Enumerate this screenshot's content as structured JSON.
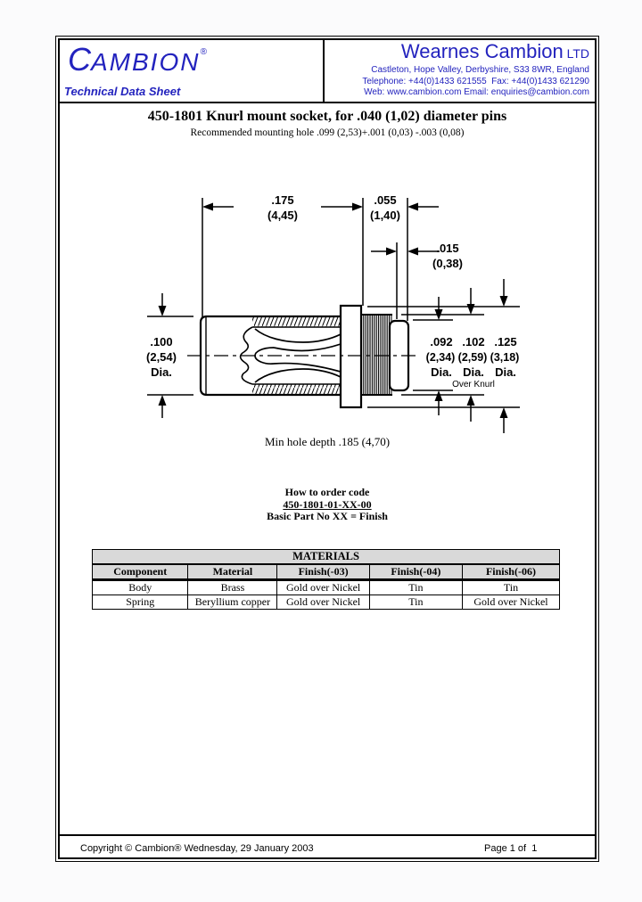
{
  "header": {
    "logo_c": "C",
    "logo_rest": "AMBION",
    "logo_reg": "®",
    "tagline": "Technical Data Sheet",
    "company_name": "Wearnes Cambion",
    "company_suffix": " LTD",
    "address_line": "Castleton, Hope Valley, Derbyshire, S33 8WR, England",
    "phone_line": "Telephone: +44(0)1433 621555  Fax: +44(0)1433 621290",
    "web_line": "Web: www.cambion.com Email: enquiries@cambion.com"
  },
  "title_block": {
    "title": "450-1801 Knurl mount socket, for .040 (1,02) diameter pins",
    "subtitle": "Recommended mounting hole .099 (2,53)+.001 (0,03) -.003 (0,08)"
  },
  "drawing": {
    "dim_length": ".175",
    "dim_length_mm": "(4,45)",
    "dim_shoulder": ".055",
    "dim_shoulder_mm": "(1,40)",
    "dim_tip": ".015",
    "dim_tip_mm": "(0,38)",
    "dim_body_dia": ".100",
    "dim_body_dia_mm": "(2,54)",
    "dim_body_dia_label": "Dia.",
    "dia_1": ".092",
    "dia_1_mm": "(2,34)",
    "dia_1_label": "Dia.",
    "dia_2": ".102",
    "dia_2_mm": "(2,59)",
    "dia_2_label": "Dia.",
    "dia_3": ".125",
    "dia_3_mm": "(3,18)",
    "dia_3_label": "Dia.",
    "over_knurl": "Over Knurl"
  },
  "notes": {
    "min_hole": "Min hole depth .185 (4,70)"
  },
  "order": {
    "heading": "How to order code",
    "code": "450-1801-01-XX-00",
    "note": "Basic Part No XX = Finish"
  },
  "materials": {
    "title": "MATERIALS",
    "columns": [
      "Component",
      "Material",
      "Finish(-03)",
      "Finish(-04)",
      "Finish(-06)"
    ],
    "rows": [
      [
        "Body",
        "Brass",
        "Gold over Nickel",
        "Tin",
        "Tin"
      ],
      [
        "Spring",
        "Beryllium copper",
        "Gold over Nickel",
        "Tin",
        "Gold over Nickel"
      ]
    ]
  },
  "footer": {
    "copyright": "Copyright © Cambion® Wednesday, 29 January 2003",
    "page_info": "Page 1 of  1"
  },
  "colors": {
    "brand_blue": "#2323BE",
    "table_header_bg": "#D9D9D9",
    "line_black": "#000000"
  }
}
